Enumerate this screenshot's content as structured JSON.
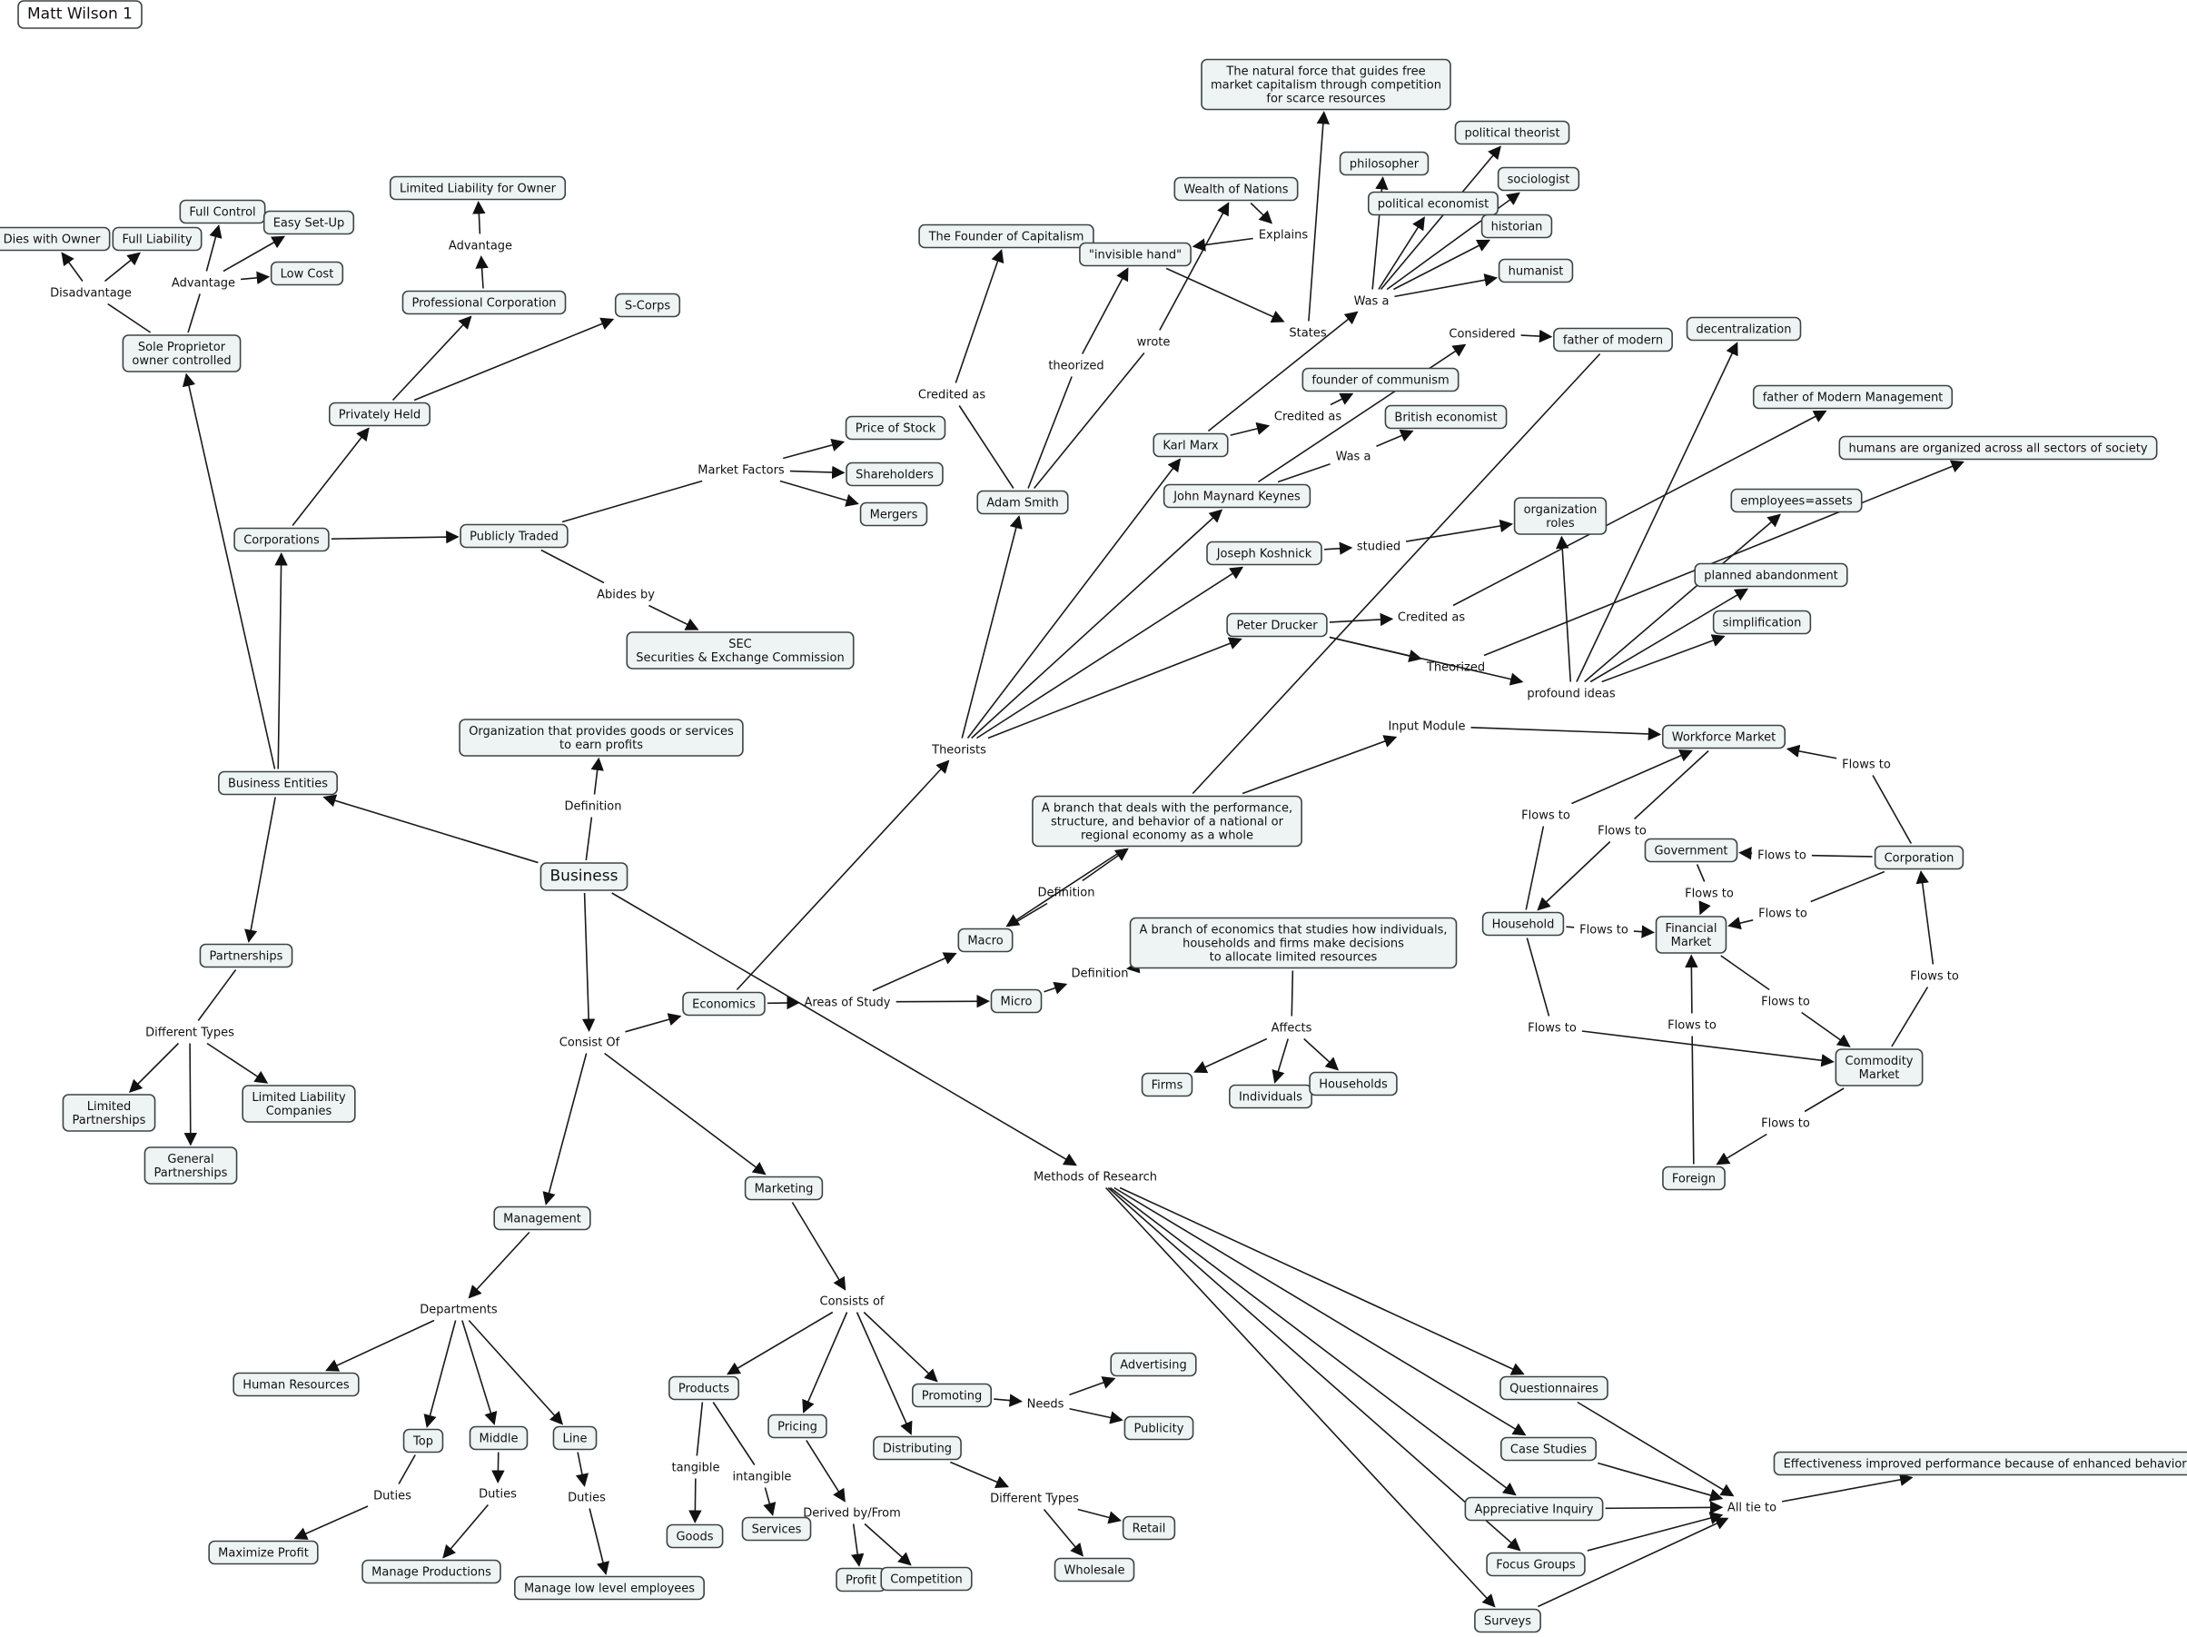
{
  "title": "Matt Wilson 1",
  "concepts": {
    "business": "Business",
    "business_entities": "Business Entities",
    "definition_biz": "Definition",
    "biz_def": [
      "Organization that provides goods or services",
      "to earn profits"
    ],
    "consist_of": "Consist Of",
    "sole_proprietor": [
      "Sole Proprietor",
      "owner controlled"
    ],
    "disadvantage": "Disadvantage",
    "advantage_sp": "Advantage",
    "dies_with_owner": "Dies with Owner",
    "full_liability": "Full Liability",
    "full_control": "Full Control",
    "easy_setup": "Easy Set-Up",
    "low_cost": "Low Cost",
    "corporations": "Corporations",
    "privately_held": "Privately Held",
    "professional_corp": "Professional Corporation",
    "advantage_pc": "Advantage",
    "limited_liability_owner": "Limited Liability for Owner",
    "s_corps": "S-Corps",
    "publicly_traded": "Publicly Traded",
    "market_factors": "Market Factors",
    "price_of_stock": "Price of Stock",
    "shareholders": "Shareholders",
    "mergers": "Mergers",
    "abides_by": "Abides by",
    "sec": [
      "SEC",
      "Securities & Exchange Commission"
    ],
    "partnerships": "Partnerships",
    "different_types_p": "Different Types",
    "limited_partnerships": [
      "Limited",
      "Partnerships"
    ],
    "general_partnerships": [
      "General",
      "Partnerships"
    ],
    "llc": [
      "Limited Liability",
      "Companies"
    ],
    "management": "Management",
    "departments": "Departments",
    "human_resources": "Human Resources",
    "top": "Top",
    "middle": "Middle",
    "line": "Line",
    "duties_top": "Duties",
    "duties_middle": "Duties",
    "duties_line": "Duties",
    "maximize_profit": "Maximize Profit",
    "manage_productions": "Manage Productions",
    "manage_low_level": "Manage low level employees",
    "marketing": "Marketing",
    "consists_of": "Consists of",
    "products": "Products",
    "tangible": "tangible",
    "intangible": "intangible",
    "goods": "Goods",
    "services": "Services",
    "pricing": "Pricing",
    "derived_by": "Derived by/From",
    "profit": "Profit",
    "competition": "Competition",
    "distributing": "Distributing",
    "different_types_d": "Different Types",
    "retail": "Retail",
    "wholesale": "Wholesale",
    "promoting": "Promoting",
    "needs": "Needs",
    "advertising": "Advertising",
    "publicity": "Publicity",
    "economics": "Economics",
    "areas_of_study": "Areas of Study",
    "macro": "Macro",
    "micro": "Micro",
    "definition_macro": "Definition",
    "definition_micro": "Definition",
    "macro_def": [
      "A branch that deals with the performance,",
      "structure, and behavior of a national or",
      "regional economy as a whole"
    ],
    "micro_def": [
      "A branch of economics that studies how individuals,",
      "households and firms make decisions",
      "to allocate limited resources"
    ],
    "affects": "Affects",
    "firms": "Firms",
    "individuals": "Individuals",
    "households": "Households",
    "input_module": "Input Module",
    "theorists": "Theorists",
    "adam_smith": "Adam Smith",
    "credited_as_smith": "Credited as",
    "founder_capitalism": "The Founder of Capitalism",
    "theorized_smith": "theorized",
    "invisible_hand": "\"invisible hand\"",
    "wrote": "wrote",
    "wealth_of_nations": "Wealth of Nations",
    "explains": "Explains",
    "states": "States",
    "natural_force": [
      "The natural force that  guides free",
      "market capitalism through competition",
      "for scarce resources"
    ],
    "was_a_smith": "Was a",
    "philosopher": "philosopher",
    "political_economist": "political economist",
    "political_theorist": "political theorist",
    "sociologist": "sociologist",
    "historian": "historian",
    "humanist": "humanist",
    "karl_marx": "Karl Marx",
    "credited_as_marx": "Credited as",
    "founder_communism": "founder of communism",
    "keynes": "John Maynard Keynes",
    "was_a_keynes": "Was a",
    "british_economist": "British economist",
    "considered": "Considered",
    "father_of_modern": "father of modern",
    "koshnick": "Joseph Koshnick",
    "studied": "studied",
    "org_roles": [
      "organization",
      "roles"
    ],
    "drucker": "Peter Drucker",
    "credited_as_drucker": "Credited as",
    "father_modern_mgmt": "father of Modern Management",
    "theorized_drucker": "Theorized",
    "profound_ideas": "profound ideas",
    "decentralization": "decentralization",
    "humans_organized": "humans are organized across all sectors of society",
    "employees_assets": "employees=assets",
    "planned_abandonment": "planned abandonment",
    "simplification": "simplification",
    "workforce_market": "Workforce Market",
    "government": "Government",
    "corporation": "Corporation",
    "household": "Household",
    "financial_market": [
      "Financial",
      "Market"
    ],
    "commodity_market": [
      "Commodity",
      "Market"
    ],
    "foreign": "Foreign",
    "flows_to": "Flows to",
    "methods_of_research": "Methods of Research",
    "questionnaires": "Questionnaires",
    "case_studies": "Case Studies",
    "appreciative_inquiry": "Appreciative Inquiry",
    "focus_groups": "Focus Groups",
    "surveys": "Surveys",
    "all_tie_to": "All tie to",
    "effectiveness": "Effectiveness improved performance because of enhanced behaviors"
  }
}
